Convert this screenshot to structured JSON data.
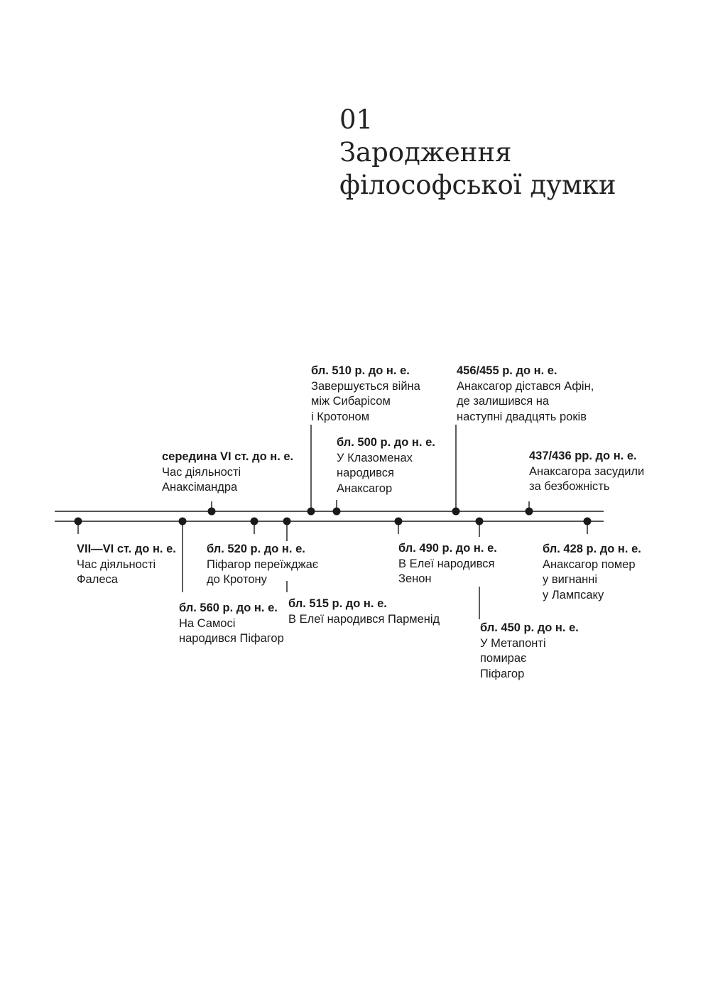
{
  "chapter": {
    "number": "01",
    "title_line1": "Зародження",
    "title_line2": "філософської думки"
  },
  "timeline": {
    "upper": [
      {
        "date": "середина VI ст. до н. е.",
        "lines": [
          "Час діяльності",
          "Анаксімандра"
        ]
      },
      {
        "date": "бл. 510 р. до н. е.",
        "lines": [
          "Завершується війна",
          "між Сибарісом",
          "і Кротоном"
        ]
      },
      {
        "date": "бл. 500 р. до н. е.",
        "lines": [
          "У Клазоменах",
          "народився",
          "Анаксагор"
        ]
      },
      {
        "date": "456/455 р. до н. е.",
        "lines": [
          "Анаксагор дістався Афін,",
          "де залишився на",
          "наступні двадцять років"
        ]
      },
      {
        "date": "437/436 рр. до н. е.",
        "lines": [
          "Анаксагора засудили",
          "за безбожність"
        ]
      }
    ],
    "lower": [
      {
        "date": "VII—VI ст. до н. е.",
        "lines": [
          "Час діяльності",
          "Фалеса"
        ]
      },
      {
        "date": "бл. 560 р. до н. е.",
        "lines": [
          "На Самосі",
          "народився Піфагор"
        ]
      },
      {
        "date": "бл. 520 р. до н. е.",
        "lines": [
          "Піфагор переїжджає",
          "до Кротону"
        ]
      },
      {
        "date": "бл. 515 р. до н. е.",
        "lines": [
          "В Елеї народився Парменід"
        ]
      },
      {
        "date": "бл. 490 р. до н. е.",
        "lines": [
          "В Елеї народився",
          "Зенон"
        ]
      },
      {
        "date": "бл. 450 р. до н. е.",
        "lines": [
          "У Метапонті",
          "помирає",
          "Піфагор"
        ]
      },
      {
        "date": "бл. 428 р. до н. е.",
        "lines": [
          "Анаксагор помер",
          "у вигнанні",
          "у Лампсаку"
        ]
      }
    ]
  }
}
